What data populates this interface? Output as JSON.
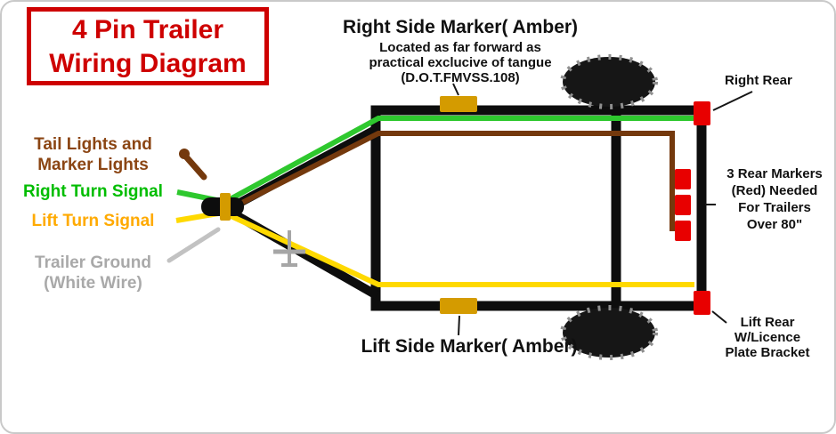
{
  "title": {
    "line1": "4 Pin Trailer",
    "line2": "Wiring Diagram"
  },
  "top_annotation": {
    "title": "Right Side Marker( Amber)",
    "line1": "Located as far forward as",
    "line2": "practical exclucive of tangue",
    "line3": "(D.O.T.FMVSS.108)"
  },
  "right_annotations": {
    "right_rear": "Right Rear",
    "rear_markers_line1": "3 Rear Markers",
    "rear_markers_line2": "(Red) Needed",
    "rear_markers_line3": "For Trailers",
    "rear_markers_line4": "Over 80\"",
    "lift_rear_line1": "Lift Rear",
    "lift_rear_line2": "W/Licence",
    "lift_rear_line3": "Plate Bracket"
  },
  "bottom_annotation": {
    "title": "Lift Side Marker( Amber)"
  },
  "wire_legend": {
    "tail_line1": "Tail Lights and",
    "tail_line2": "Marker Lights",
    "right_turn": "Right Turn Signal",
    "lift_turn": "Lift Turn Signal",
    "ground_line1": "Trailer Ground",
    "ground_line2": "(White Wire)"
  },
  "colors": {
    "title_red": "#CE0000",
    "label_brown": "#8B4513",
    "label_green": "#00BD00",
    "label_amber": "#FFAA00",
    "label_gray": "#A9A9A9",
    "wire_green": "#2EC82E",
    "wire_brown": "#74390D",
    "wire_yellow": "#FFD900",
    "wire_white": "#C2C2C2",
    "marker_amber": "#D49B00",
    "marker_red": "#E80000",
    "frame_black": "#0D0D0D"
  }
}
